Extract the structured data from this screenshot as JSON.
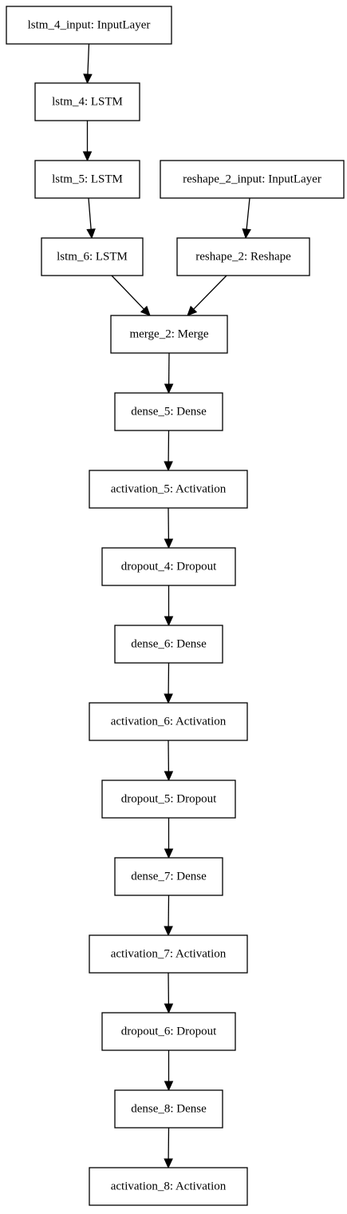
{
  "diagram": {
    "type": "model-graph",
    "nodes": [
      {
        "id": "lstm_4_input",
        "label": "lstm_4_input: InputLayer"
      },
      {
        "id": "lstm_4",
        "label": "lstm_4: LSTM"
      },
      {
        "id": "lstm_5",
        "label": "lstm_5: LSTM"
      },
      {
        "id": "reshape_2_input",
        "label": "reshape_2_input: InputLayer"
      },
      {
        "id": "lstm_6",
        "label": "lstm_6: LSTM"
      },
      {
        "id": "reshape_2",
        "label": "reshape_2: Reshape"
      },
      {
        "id": "merge_2",
        "label": "merge_2: Merge"
      },
      {
        "id": "dense_5",
        "label": "dense_5: Dense"
      },
      {
        "id": "activation_5",
        "label": "activation_5: Activation"
      },
      {
        "id": "dropout_4",
        "label": "dropout_4: Dropout"
      },
      {
        "id": "dense_6",
        "label": "dense_6: Dense"
      },
      {
        "id": "activation_6",
        "label": "activation_6: Activation"
      },
      {
        "id": "dropout_5",
        "label": "dropout_5: Dropout"
      },
      {
        "id": "dense_7",
        "label": "dense_7: Dense"
      },
      {
        "id": "activation_7",
        "label": "activation_7: Activation"
      },
      {
        "id": "dropout_6",
        "label": "dropout_6: Dropout"
      },
      {
        "id": "dense_8",
        "label": "dense_8: Dense"
      },
      {
        "id": "activation_8",
        "label": "activation_8: Activation"
      }
    ],
    "edges": [
      {
        "from": "lstm_4_input",
        "to": "lstm_4"
      },
      {
        "from": "lstm_4",
        "to": "lstm_5"
      },
      {
        "from": "lstm_5",
        "to": "lstm_6"
      },
      {
        "from": "reshape_2_input",
        "to": "reshape_2"
      },
      {
        "from": "lstm_6",
        "to": "merge_2"
      },
      {
        "from": "reshape_2",
        "to": "merge_2"
      },
      {
        "from": "merge_2",
        "to": "dense_5"
      },
      {
        "from": "dense_5",
        "to": "activation_5"
      },
      {
        "from": "activation_5",
        "to": "dropout_4"
      },
      {
        "from": "dropout_4",
        "to": "dense_6"
      },
      {
        "from": "dense_6",
        "to": "activation_6"
      },
      {
        "from": "activation_6",
        "to": "dropout_5"
      },
      {
        "from": "dropout_5",
        "to": "dense_7"
      },
      {
        "from": "dense_7",
        "to": "activation_7"
      },
      {
        "from": "activation_7",
        "to": "dropout_6"
      },
      {
        "from": "dropout_6",
        "to": "dense_8"
      },
      {
        "from": "dense_8",
        "to": "activation_8"
      }
    ]
  }
}
